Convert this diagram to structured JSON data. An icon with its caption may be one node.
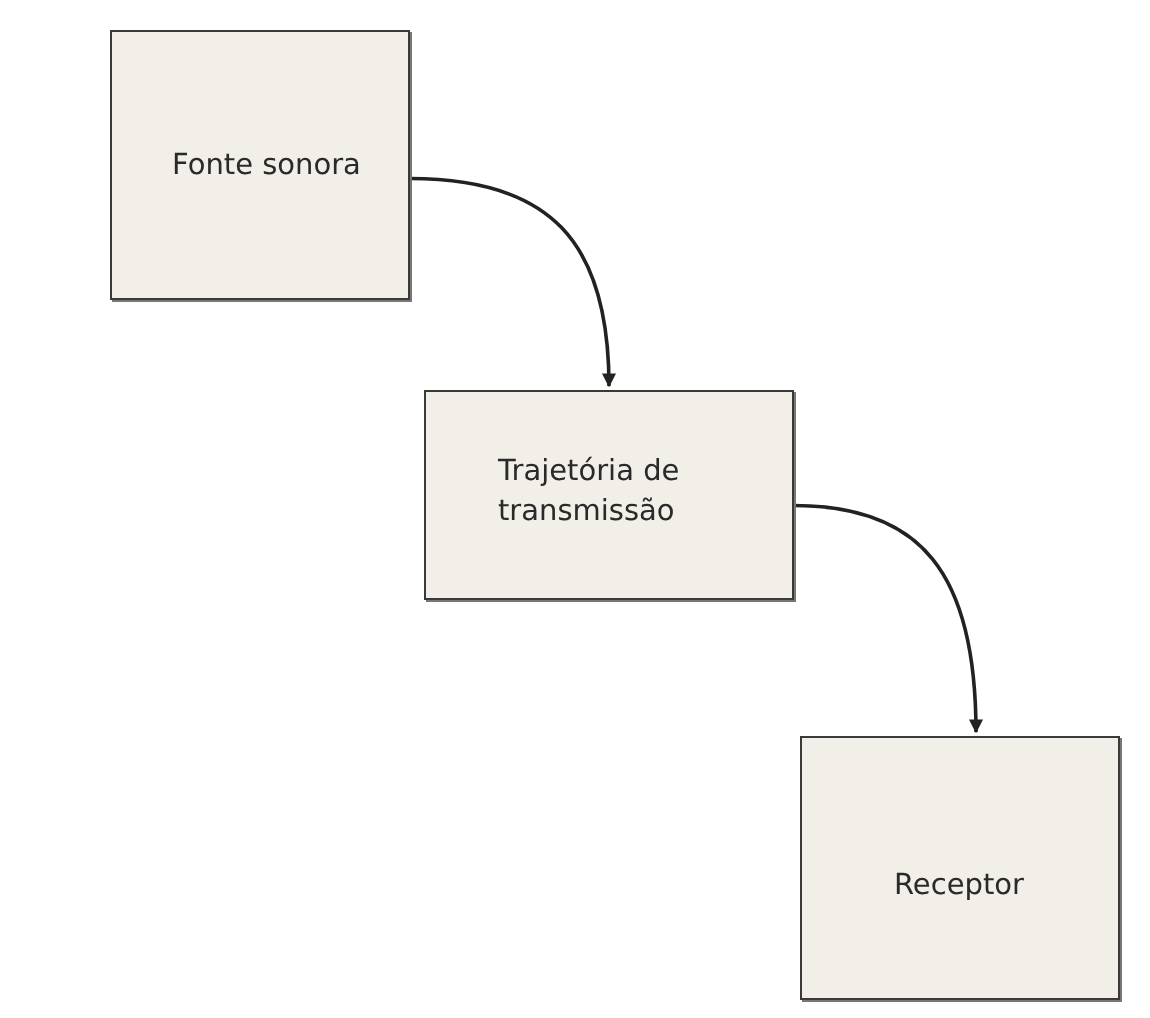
{
  "diagram": {
    "nodes": [
      {
        "text": [
          "Fonte sonora"
        ]
      },
      {
        "text": [
          "Trajetória de transmissão"
        ]
      },
      {
        "text": [
          "Receptor"
        ]
      }
    ],
    "edges": [
      {
        "from": 0,
        "to": 1,
        "arrow": "to"
      },
      {
        "from": 1,
        "to": 2,
        "arrow": "to"
      }
    ]
  }
}
